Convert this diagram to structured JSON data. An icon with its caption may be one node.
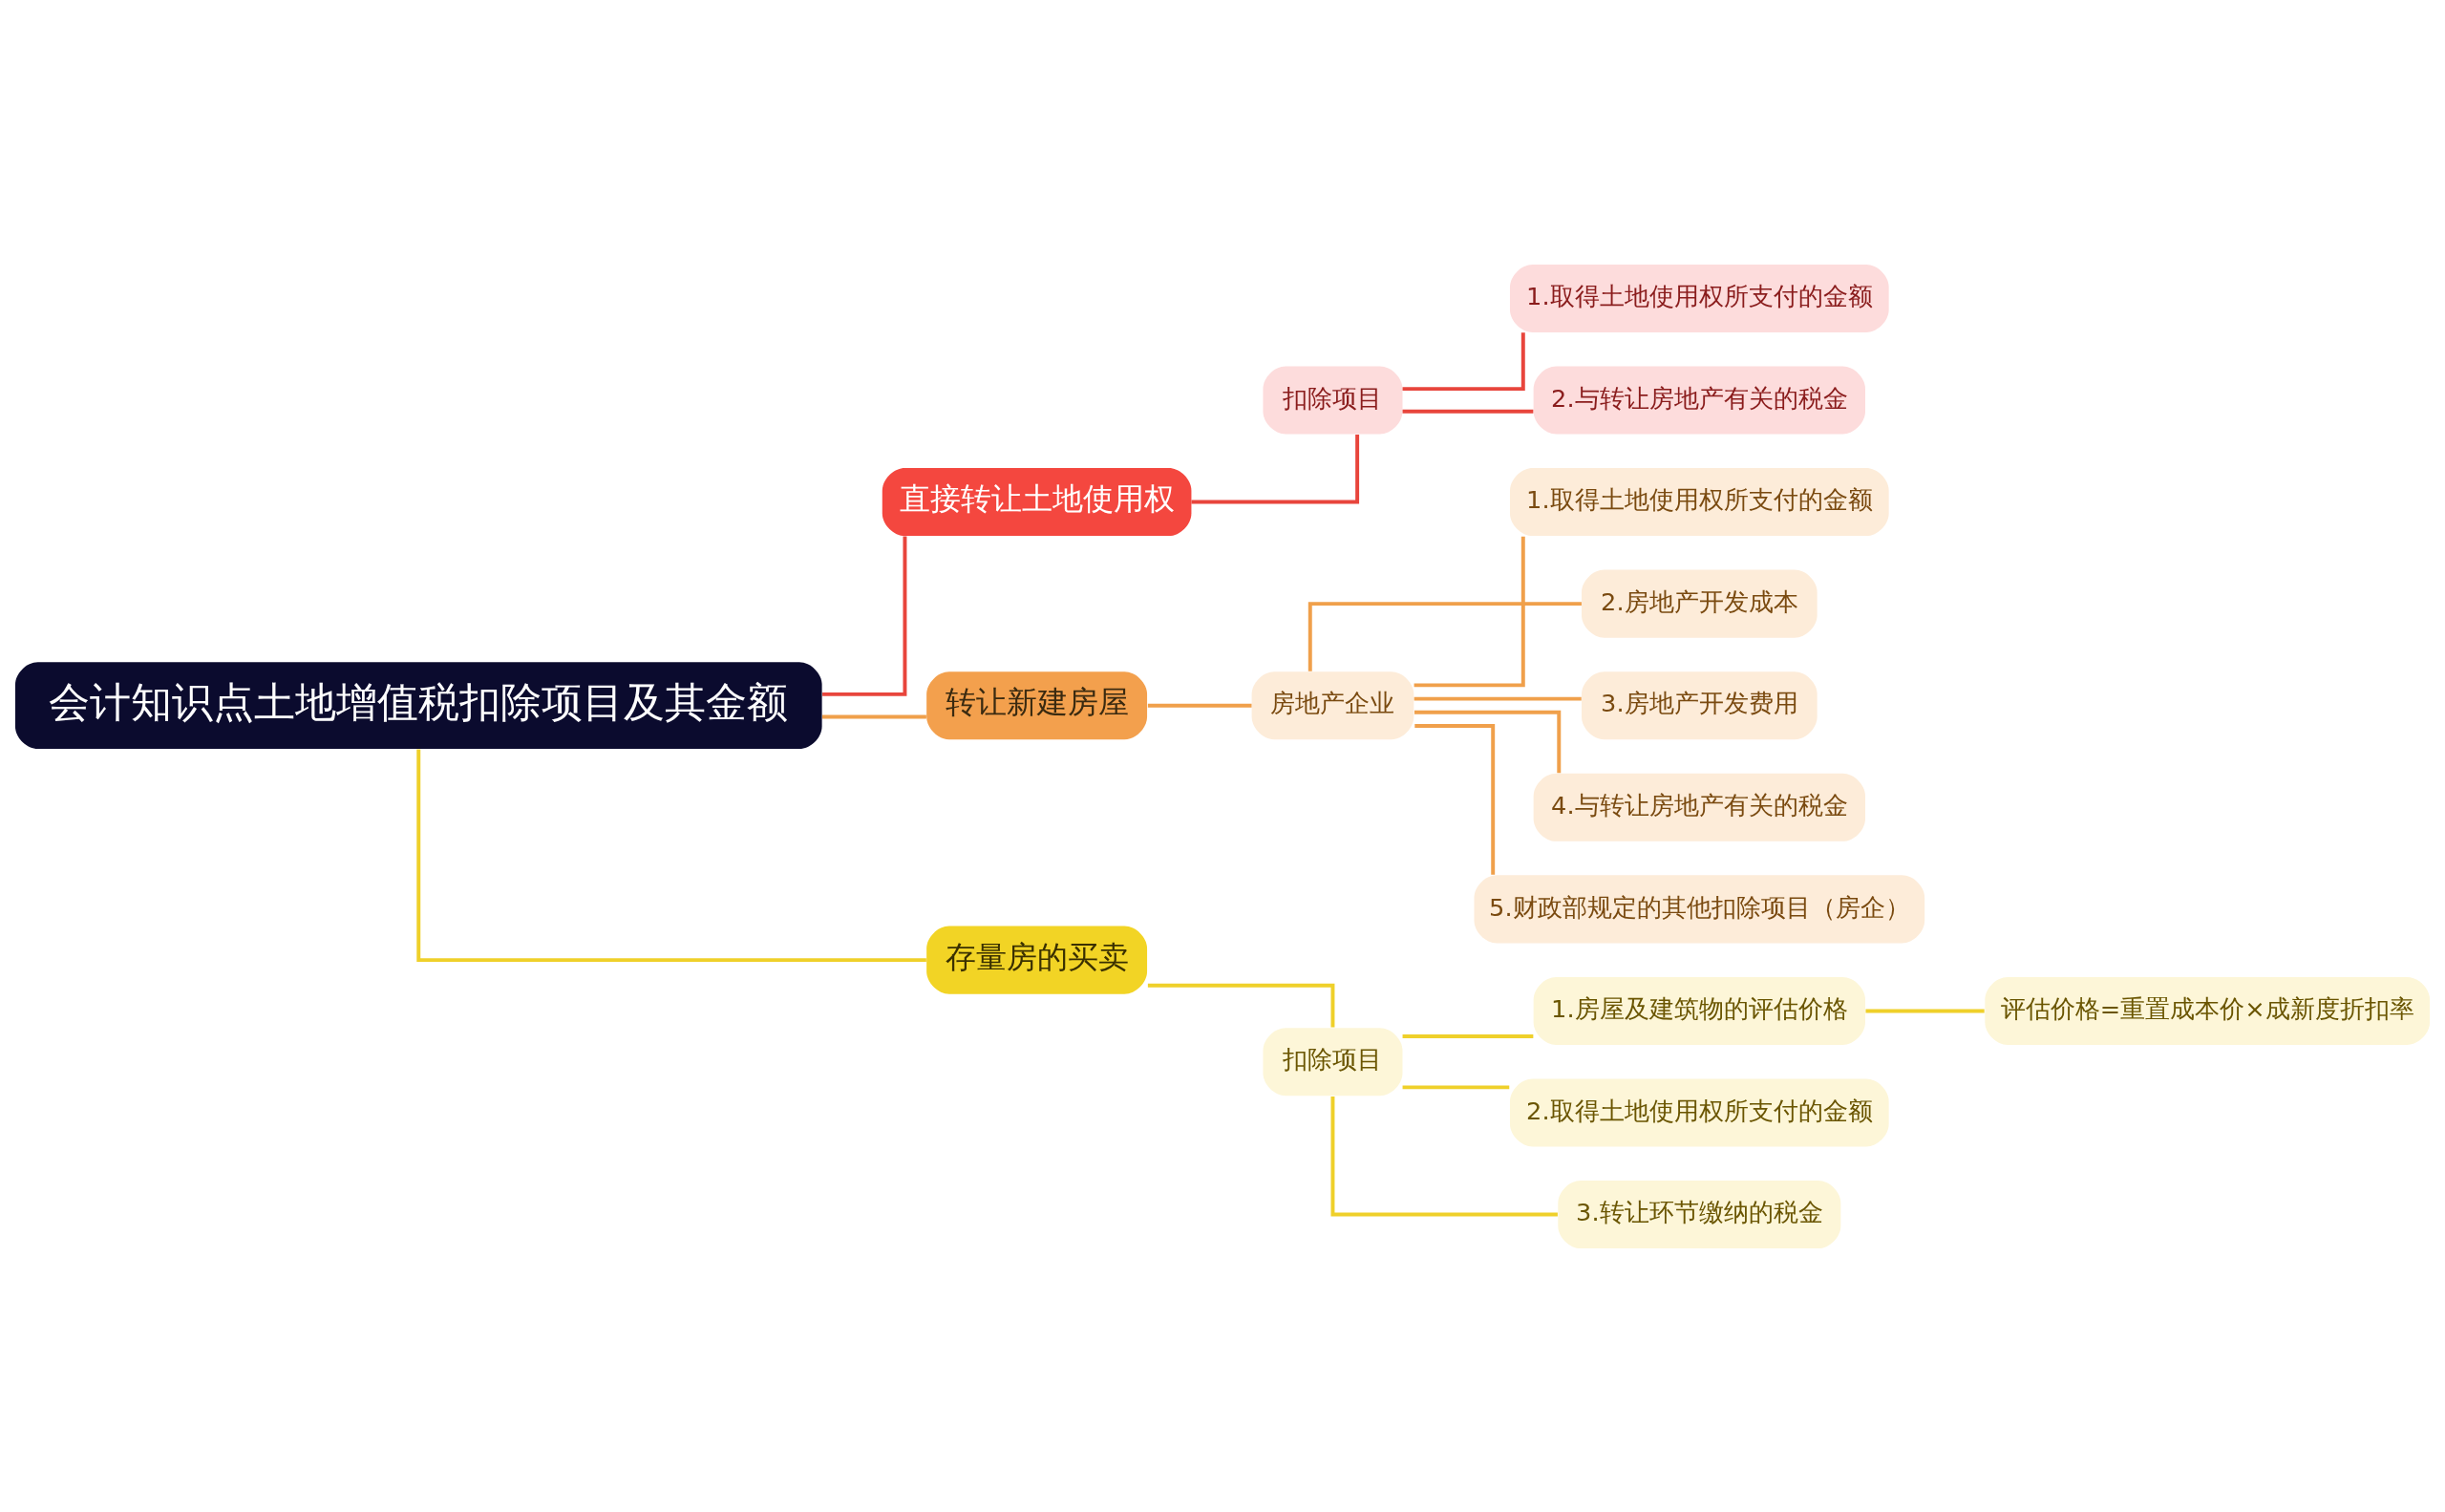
{
  "diagram": {
    "nodes": [
      {
        "text": [
          "会计知识点土地增值税扣除项目及其金额"
        ]
      },
      {
        "text": [
          "直接转让土地使用权"
        ]
      },
      {
        "text": [
          "扣除项目"
        ]
      },
      {
        "text": [
          "1.取得土地使用权所支付的金额"
        ]
      },
      {
        "text": [
          "2.与转让房地产有关的税金"
        ]
      },
      {
        "text": [
          "转让新建房屋"
        ]
      },
      {
        "text": [
          "房地产企业"
        ]
      },
      {
        "text": [
          "1.取得土地使用权所支付的金额"
        ]
      },
      {
        "text": [
          "2.房地产开发成本"
        ]
      },
      {
        "text": [
          "3.房地产开发费用"
        ]
      },
      {
        "text": [
          "4.与转让房地产有关的税金"
        ]
      },
      {
        "text": [
          "5.财政部规定的其他扣除项目（房企）"
        ]
      },
      {
        "text": [
          "存量房的买卖"
        ]
      },
      {
        "text": [
          "扣除项目"
        ]
      },
      {
        "text": [
          "1.房屋及建筑物的评估价格"
        ]
      },
      {
        "text": [
          "评估价格=重置成本价×成新度折扣率"
        ]
      },
      {
        "text": [
          "2.取得土地使用权所支付的金额"
        ]
      },
      {
        "text": [
          "3.转让环节缴纳的税金"
        ]
      }
    ],
    "edges": [
      {
        "from": 0,
        "to": 1,
        "arrow": "none",
        "color": "#e8453c"
      },
      {
        "from": 1,
        "to": 2,
        "arrow": "none",
        "color": "#e8453c"
      },
      {
        "from": 2,
        "to": 3,
        "arrow": "none",
        "color": "#e8453c"
      },
      {
        "from": 2,
        "to": 4,
        "arrow": "none",
        "color": "#e8453c"
      },
      {
        "from": 0,
        "to": 5,
        "arrow": "none"
      },
      {
        "from": 5,
        "to": 6,
        "arrow": "none"
      },
      {
        "from": 6,
        "to": 7,
        "arrow": "none"
      },
      {
        "from": 6,
        "to": 8,
        "arrow": "none"
      },
      {
        "from": 6,
        "to": 9,
        "arrow": "none"
      },
      {
        "from": 6,
        "to": 10,
        "arrow": "none"
      },
      {
        "from": 6,
        "to": 11,
        "arrow": "none"
      },
      {
        "from": 0,
        "to": 12,
        "arrow": "none",
        "color": "#efd02a"
      },
      {
        "from": 12,
        "to": 13,
        "arrow": "none",
        "color": "#efd02a"
      },
      {
        "from": 13,
        "to": 14,
        "arrow": "none",
        "color": "#efd02a"
      },
      {
        "from": 14,
        "to": 15,
        "arrow": "none",
        "color": "#efd02a"
      },
      {
        "from": 13,
        "to": 16,
        "arrow": "none",
        "color": "#efd02a"
      },
      {
        "from": 13,
        "to": 17,
        "arrow": "none",
        "color": "#efd02a"
      }
    ]
  }
}
